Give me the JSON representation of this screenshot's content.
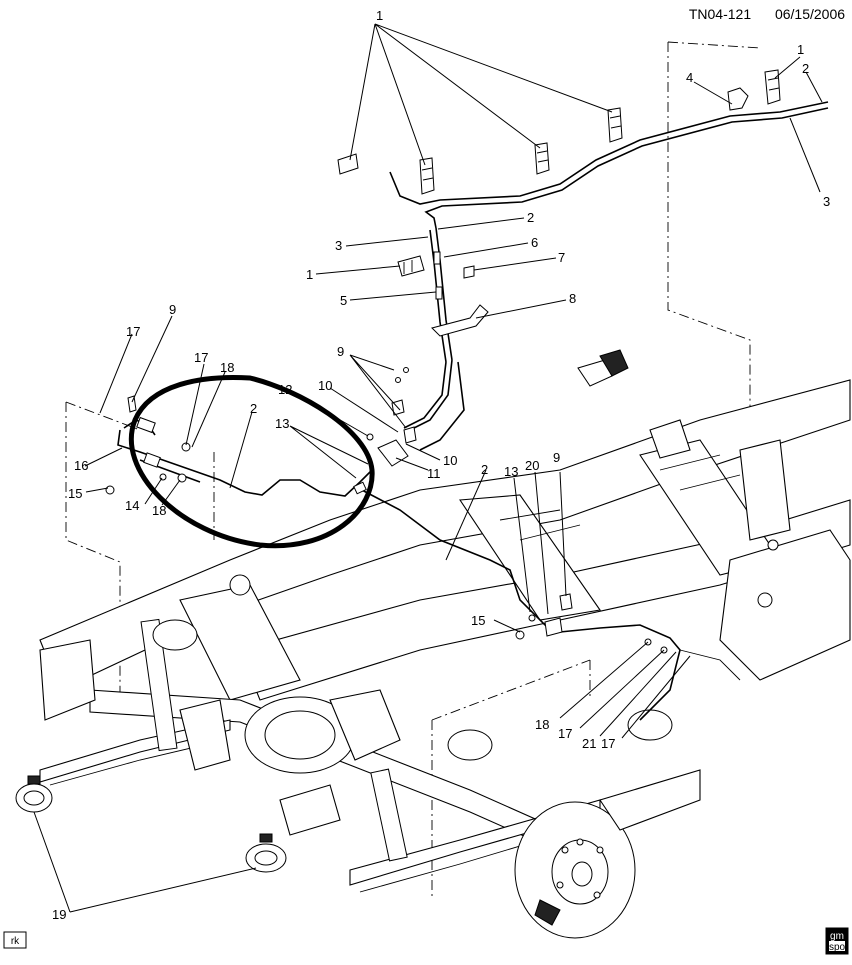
{
  "header": {
    "id": "TN04-121",
    "date": "06/15/2006"
  },
  "footer": {
    "artist": "rk",
    "badge_line1": "gm",
    "badge_line2": "spo"
  },
  "callouts": {
    "c1a": "1",
    "c1b": "1",
    "c1c": "1",
    "c2a": "2",
    "c2b": "2",
    "c2c": "2",
    "c2d": "2",
    "c3a": "3",
    "c3b": "3",
    "c4": "4",
    "c5": "5",
    "c6": "6",
    "c7": "7",
    "c8": "8",
    "c9a": "9",
    "c9b": "9",
    "c9c": "9",
    "c10a": "10",
    "c10b": "10",
    "c11": "11",
    "c12": "12",
    "c13a": "13",
    "c13b": "13",
    "c14": "14",
    "c15a": "15",
    "c15b": "15",
    "c16": "16",
    "c17a": "17",
    "c17b": "17",
    "c17c": "17",
    "c17d": "17",
    "c18a": "18",
    "c18b": "18",
    "c18c": "18",
    "c19": "19",
    "c20": "20",
    "c21": "21"
  }
}
